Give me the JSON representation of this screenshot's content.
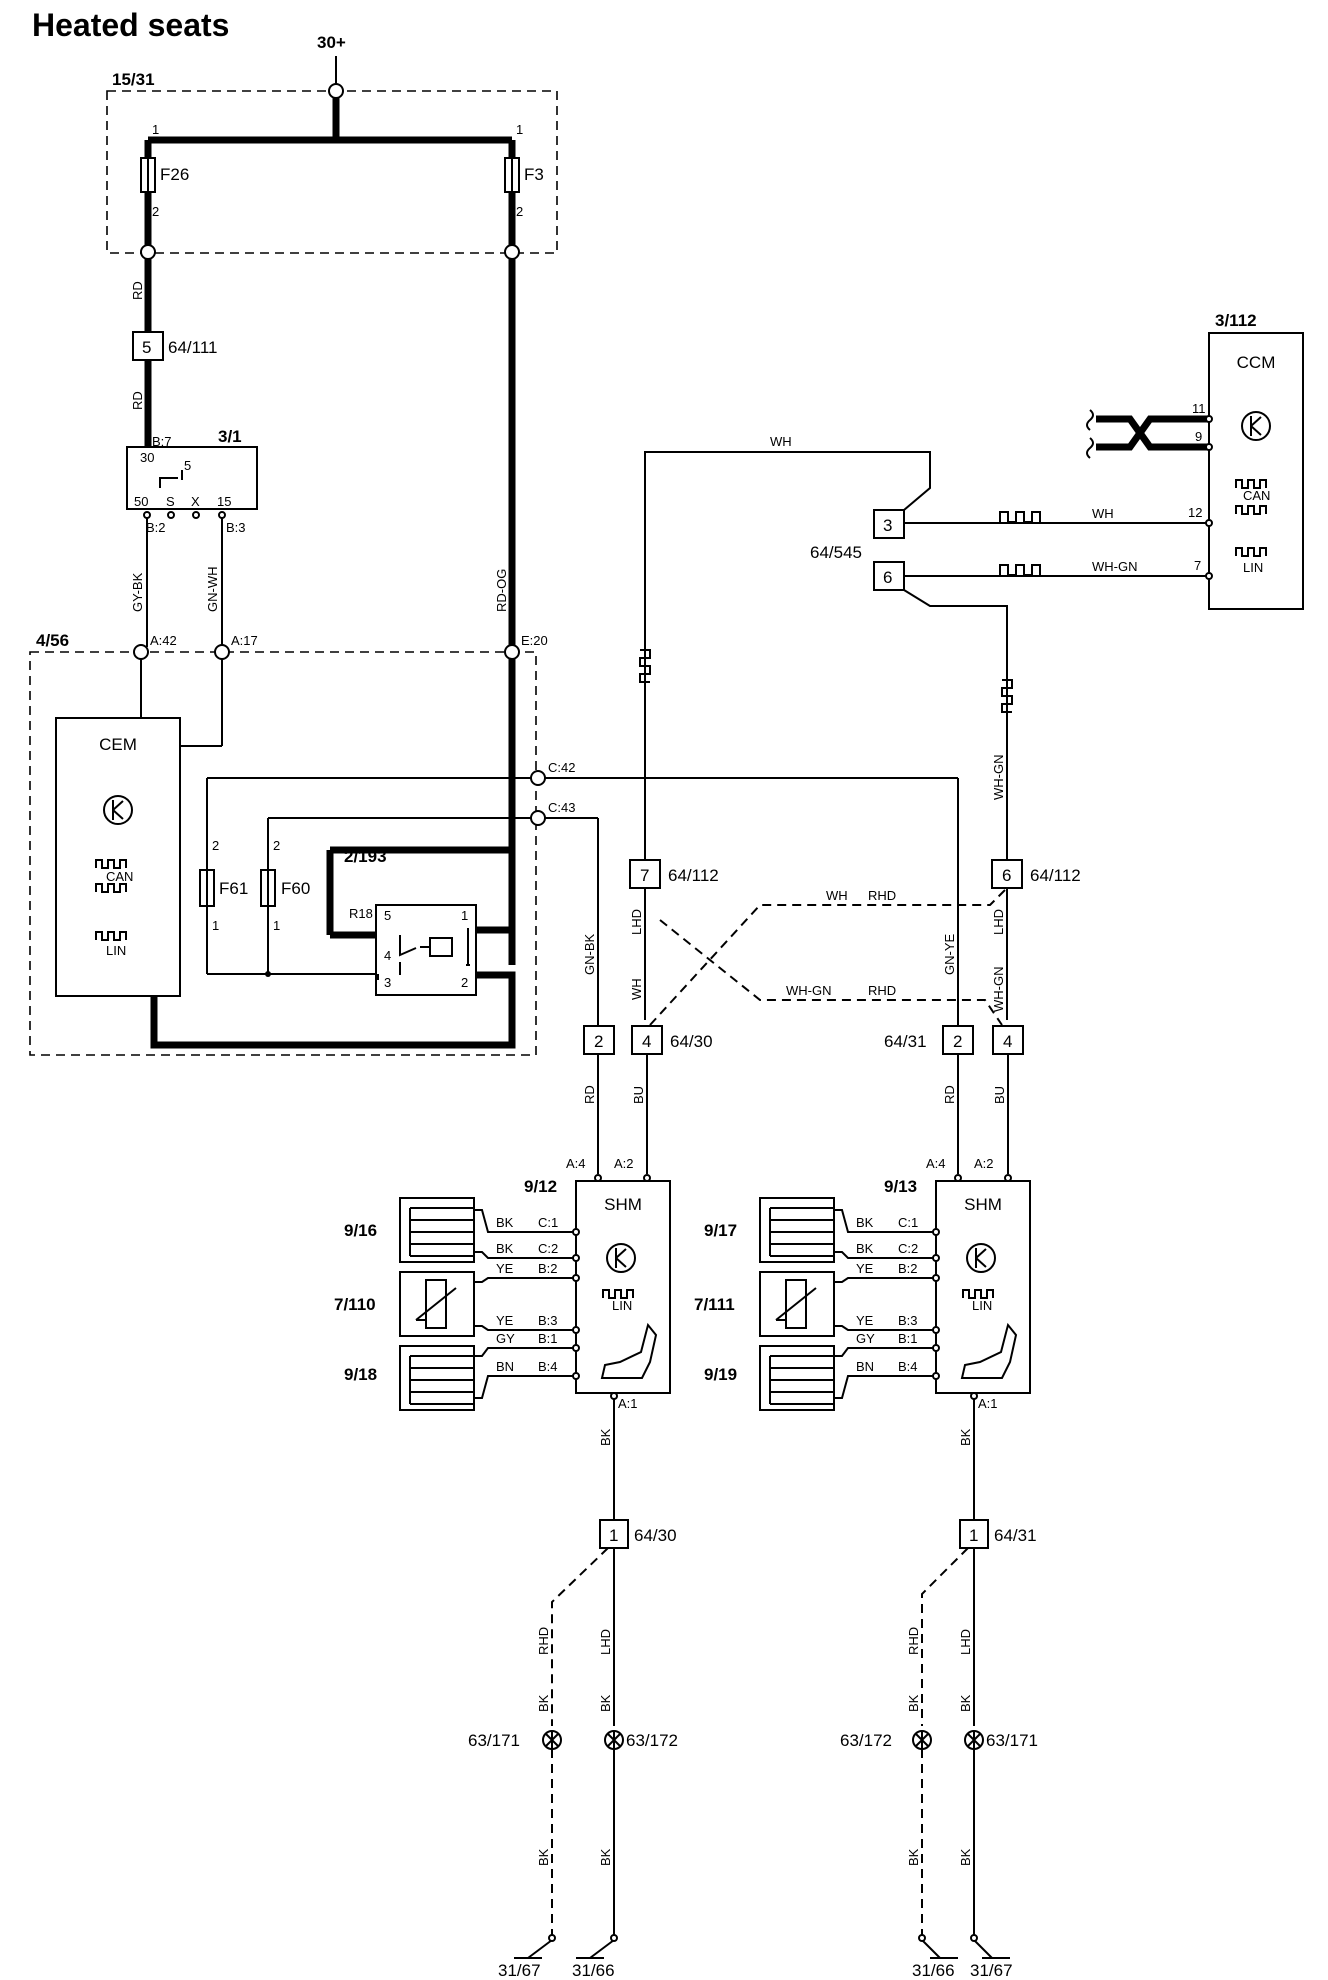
{
  "title": "Heated seats",
  "power": "30+",
  "groups": {
    "fuse_box": "15/31",
    "cem_group": "4/56",
    "ignition": "3/1",
    "relay": "2/193",
    "ccm_ref": "3/112",
    "shm_left": "9/12",
    "shm_right": "9/13"
  },
  "modules": {
    "cem": "CEM",
    "ccm": "CCM",
    "shm": "SHM",
    "can": "CAN",
    "lin": "LIN",
    "relay_pin": "R18"
  },
  "fuses": {
    "f26": "F26",
    "f3": "F3",
    "f61": "F61",
    "f60": "F60"
  },
  "connectors": {
    "c64_111": "64/111",
    "c64_545": "64/545",
    "c64_112": "64/112",
    "c64_30": "64/30",
    "c64_31": "64/31"
  },
  "pins": {
    "p1": "1",
    "p2": "2",
    "p3": "3",
    "p4": "4",
    "p5": "5",
    "p6": "6",
    "p7": "7",
    "p9": "9",
    "p11": "11",
    "p12": "12",
    "p30": "30",
    "p50": "50",
    "p15": "15",
    "s": "S",
    "x": "X",
    "b7": "B:7",
    "b2": "B:2",
    "b3": "B:3",
    "a42": "A:42",
    "a17": "A:17",
    "e20": "E:20",
    "c42": "C:42",
    "c43": "C:43",
    "a4": "A:4",
    "a2": "A:2",
    "a1": "A:1",
    "c1": "C:1",
    "c2": "C:2",
    "pb2": "B:2",
    "pb3": "B:3",
    "pb1": "B:1",
    "pb4": "B:4"
  },
  "wires": {
    "rd": "RD",
    "gy_bk": "GY-BK",
    "gn_wh": "GN-WH",
    "rd_og": "RD-OG",
    "wh": "WH",
    "wh_gn": "WH-GN",
    "gn_bk": "GN-BK",
    "gn_ye": "GN-YE",
    "bu": "BU",
    "bk": "BK",
    "ye": "YE",
    "gy": "GY",
    "bn": "BN",
    "lhd": "LHD",
    "rhd": "RHD"
  },
  "components": {
    "c9_16": "9/16",
    "c7_110": "7/110",
    "c9_18": "9/18",
    "c9_17": "9/17",
    "c7_111": "7/111",
    "c9_19": "9/19"
  },
  "grounds": {
    "g63_171": "63/171",
    "g63_172": "63/172",
    "g31_67": "31/67",
    "g31_66": "31/66"
  }
}
